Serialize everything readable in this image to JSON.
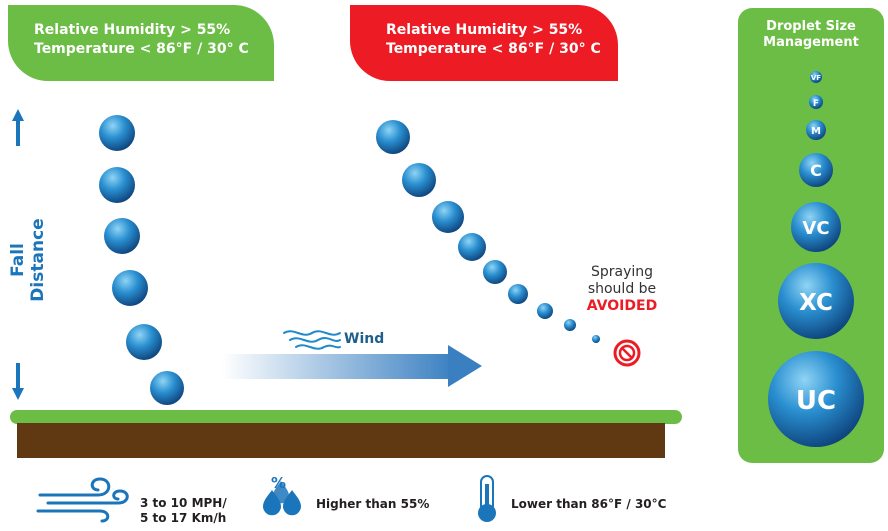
{
  "conditions": {
    "left": {
      "humidity": "Relative Humidity > 55%",
      "temperature": "Temperature < 86°F / 30° C"
    },
    "right": {
      "humidity": "Relative Humidity > 55%",
      "temperature": "Temperature < 86°F / 30° C"
    }
  },
  "axis": {
    "fall_distance": "Fall Distance"
  },
  "wind": {
    "label": "Wind"
  },
  "warning": {
    "line1": "Spraying",
    "line2": "should be",
    "line3": "AVOIDED"
  },
  "droplet_panel": {
    "title_line1": "Droplet Size",
    "title_line2": "Management",
    "sizes": [
      "VF",
      "F",
      "M",
      "C",
      "VC",
      "XC",
      "UC"
    ]
  },
  "legend": {
    "wind_line1": "3 to 10 MPH/",
    "wind_line2": "5 to 17 Km/h",
    "humidity_icon_text": "%",
    "humidity": "Higher than 55%",
    "temperature": "Lower than 86°F / 30°C"
  },
  "colors": {
    "green": "#6cbd45",
    "red": "#ed1c24",
    "blue": "#1b75bb",
    "soil": "#603913"
  }
}
